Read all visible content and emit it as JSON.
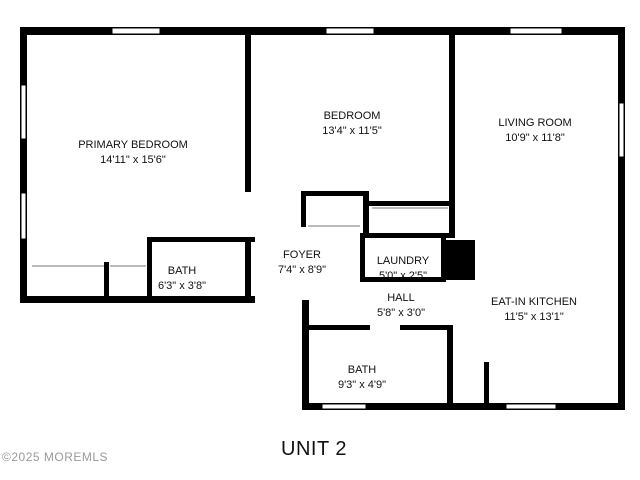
{
  "plan": {
    "title": "UNIT 2",
    "watermark": "©2025 MOREMLS",
    "wall_color": "#000000",
    "window_color": "#ffffff"
  },
  "rooms": {
    "primary_bedroom": {
      "name": "PRIMARY BEDROOM",
      "dims": "14'11\" x 15'6\""
    },
    "bedroom": {
      "name": "BEDROOM",
      "dims": "13'4\" x 11'5\""
    },
    "living_room": {
      "name": "LIVING ROOM",
      "dims": "10'9\" x 11'8\""
    },
    "foyer": {
      "name": "FOYER",
      "dims": "7'4\" x 8'9\""
    },
    "laundry": {
      "name": "LAUNDRY",
      "dims": "5'0\" x 2'5\""
    },
    "bath_1": {
      "name": "BATH",
      "dims": "6'3\" x 3'8\""
    },
    "hall": {
      "name": "HALL",
      "dims": "5'8\" x 3'0\""
    },
    "eat_in_kitchen": {
      "name": "EAT-IN KITCHEN",
      "dims": "11'5\" x 13'1\""
    },
    "bath_2": {
      "name": "BATH",
      "dims": "9'3\" x 4'9\""
    }
  }
}
